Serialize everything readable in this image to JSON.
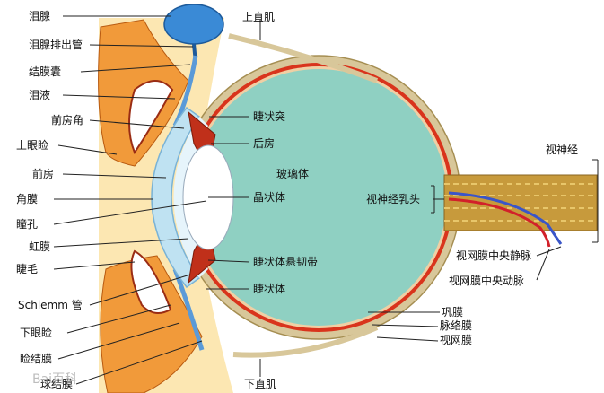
{
  "labels": {
    "lacrimal_gland": "泪腺",
    "lacrimal_duct": "泪腺排出管",
    "conjunctival_sac": "结膜囊",
    "tears": "泪液",
    "anterior_chamber_angle": "前房角",
    "upper_eyelid": "上眼睑",
    "anterior_chamber": "前房",
    "cornea": "角膜",
    "pupil": "瞳孔",
    "iris": "虹膜",
    "eyelash": "睫毛",
    "schlemm_canal": "Schlemm 管",
    "lower_eyelid": "下眼睑",
    "palpebral_conjunctiva": "睑结膜",
    "bulbar_conjunctiva": "球结膜",
    "superior_rectus": "上直肌",
    "ciliary_process": "睫状突",
    "posterior_chamber": "后房",
    "vitreous_body": "玻璃体",
    "lens": "晶状体",
    "zonule": "睫状体悬韧带",
    "ciliary_body": "睫状体",
    "optic_disc": "视神经乳头",
    "optic_nerve": "视神经",
    "central_retinal_vein": "视网膜中央静脉",
    "central_retinal_artery": "视网膜中央动脉",
    "sclera": "巩膜",
    "choroid": "脉络膜",
    "retina": "视网膜",
    "inferior_rectus": "下直肌"
  },
  "watermark": "Bai百科",
  "colors": {
    "vitreous": "#8fd0c2",
    "sclera": "#d8c79a",
    "choroid": "#d9341c",
    "cornea": "#bfe2f2",
    "lens": "#ffffff",
    "gland": "#3a8ad6",
    "eyelid_skin": "#f1a54a",
    "optic_nerve": "#c79a3c",
    "vein": "#3a55c8",
    "artery": "#d2202a",
    "leader_line": "#222222"
  }
}
